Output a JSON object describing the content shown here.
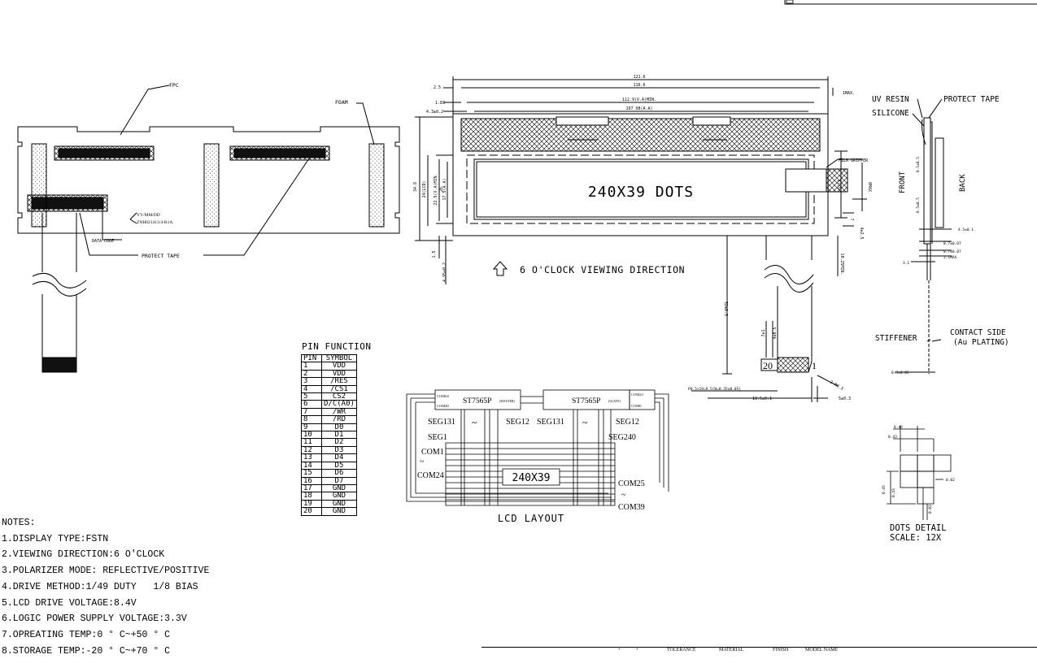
{
  "main_drawing": {
    "display_text": "240X39 DOTS",
    "viewing_direction": "6 O'CLOCK VIEWING DIRECTION",
    "labels": {
      "fpc": "FPC",
      "foam": "FOAM",
      "protect_tape": "PROTECT TAPE",
      "data_code": "DATA CODE",
      "code_line1": "YY/MM/DD",
      "code_line2": "ZNH021413/4-R1A",
      "film_gripper": "FILM GRIPPER"
    },
    "dimensions": {
      "d1": "121.6",
      "d2": "116.6",
      "d3": "112.9(V.A)MIN.",
      "d4": "107.98(A.A)",
      "d5": "2.5",
      "d6": "1.83",
      "d7": "4.3±0.2",
      "d8": "1MAX.",
      "d9": "34.8",
      "d10": "24(LCD)",
      "d11": "22.5(V.A)MIN.",
      "d12": "17.5(A.A)",
      "d13": "26",
      "d14": "17.5",
      "d15": "8MAX",
      "d16": "7",
      "d17": "4±2.5",
      "d18": "1.5",
      "d19": "4.95±0.2",
      "d20": "10.25MIN.",
      "d21": "52±0.5",
      "d22": "7±1",
      "d23": "4±0.5",
      "d24": "P0.5×19=9.5(W=0.35±0.05)",
      "d25": "10.5±0.1",
      "d26": "5±0.3",
      "d27": "2-R0.3",
      "pin20": "20",
      "pin1": "1"
    }
  },
  "side_view": {
    "uv_resin": "UV RESIN",
    "protect_tape": "PROTECT TAPE",
    "silicone": "SILICONE",
    "front": "FRONT",
    "back": "BACK",
    "stiffener": "STIFFENER",
    "contact_side": "CONTACT SIDE",
    "contact_plating": "(Au PLATING)",
    "dims": {
      "a": "0.5±0.5",
      "b": "0.5±0.5",
      "c": "4.5±0.1",
      "d": "0.7±0.07",
      "e": "0.7±0.07",
      "f": "2.1MAX.",
      "g": "3.1",
      "h": "0.3±0.05"
    }
  },
  "pin_function": {
    "title": "PIN FUNCTION",
    "headers": [
      "PIN",
      "SYMBOL"
    ],
    "rows": [
      [
        "1",
        "VDD"
      ],
      [
        "2",
        "VDD"
      ],
      [
        "3",
        "/RES"
      ],
      [
        "4",
        "/CS1"
      ],
      [
        "5",
        "CS2"
      ],
      [
        "6",
        "D/C(A0)"
      ],
      [
        "7",
        "/WR"
      ],
      [
        "8",
        "/RD"
      ],
      [
        "9",
        "D0"
      ],
      [
        "10",
        "D1"
      ],
      [
        "11",
        "D2"
      ],
      [
        "12",
        "D3"
      ],
      [
        "13",
        "D4"
      ],
      [
        "14",
        "D5"
      ],
      [
        "15",
        "D6"
      ],
      [
        "16",
        "D7"
      ],
      [
        "17",
        "GND"
      ],
      [
        "18",
        "GND"
      ],
      [
        "19",
        "GND"
      ],
      [
        "20",
        "GND"
      ]
    ]
  },
  "lcd_layout": {
    "title": "LCD LAYOUT",
    "chip1": "ST7565P",
    "chip1_tag": "(MASTER)",
    "chip2": "ST7565P",
    "chip2_tag": "(SLAVE)",
    "com64": "COM64",
    "com40": "COM40",
    "com23": "COM23",
    "com0": "COM0",
    "seg131_a": "SEG131",
    "seg12_a": "SEG12",
    "seg131_b": "SEG131",
    "seg12_b": "SEG12",
    "seg1": "SEG1",
    "seg240": "SEG240",
    "com1": "COM1",
    "com24": "COM24",
    "com25": "COM25",
    "com39": "COM39",
    "center": "240X39",
    "tilde": "~"
  },
  "dots_detail": {
    "title": "DOTS DETAIL",
    "scale": "SCALE: 12X",
    "d45": "0.45",
    "d43": "0.43",
    "d02": "0.02",
    "d45v": "0.45",
    "d43v": "0.43",
    "d02v": "0.02"
  },
  "notes": {
    "header": "NOTES:",
    "items": [
      "1.DISPLAY TYPE:FSTN",
      "2.VIEWING DIRECTION:6 O'CLOCK",
      "3.POLARIZER MODE: REFLECTIVE/POSITIVE",
      "4.DRIVE METHOD:1/49 DUTY   1/8 BIAS",
      "5.LCD DRIVE VOLTAGE:8.4V",
      "6.LOGIC POWER SUPPLY VOLTAGE:3.3V",
      "7.OPREATING TEMP:0 ° C~+50 ° C",
      "8.STORAGE TEMP:-20 ° C~+70 ° C"
    ]
  },
  "title_block": {
    "tolerance": "TOLERANCE",
    "material": "MATERIAL",
    "finish": "FINISH",
    "model_name": "MODEL NAME"
  }
}
